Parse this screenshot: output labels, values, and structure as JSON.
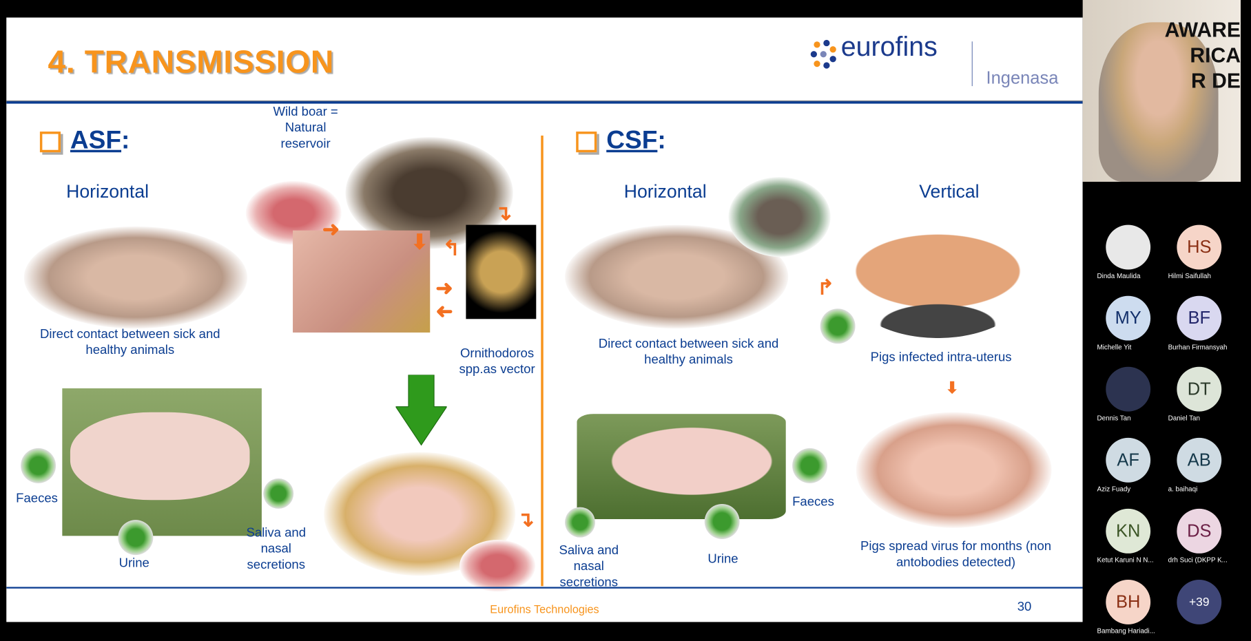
{
  "slide": {
    "title": "4. TRANSMISSION",
    "logo": {
      "brand": "eurofins",
      "sub": "Ingenasa"
    },
    "asf": {
      "label": "ASF",
      "colon": ":",
      "horizontal": "Horizontal",
      "direct_contact": "Direct contact between sick and healthy animals",
      "wild_boar": "Wild boar = Natural reservoir",
      "vector": "Ornithodoros spp.as vector",
      "faeces": "Faeces",
      "urine": "Urine",
      "saliva": "Saliva and nasal secretions"
    },
    "csf": {
      "label": "CSF",
      "colon": ":",
      "horizontal": "Horizontal",
      "vertical": "Vertical",
      "direct_contact": "Direct contact between sick and healthy animals",
      "intra_uterus": "Pigs infected intra-uterus",
      "spread": "Pigs spread virus for months (non antobodies detected)",
      "faeces": "Faeces",
      "urine": "Urine",
      "saliva": "Saliva and nasal secretions"
    },
    "footer": "Eurofins Technologies",
    "page_number": "30"
  },
  "webcam": {
    "background_text": [
      "AWARE",
      "RICA",
      "R DE"
    ]
  },
  "participants": [
    {
      "initials": "",
      "name": "Dinda Maulida",
      "bg": "#e8e8e8",
      "fg": "#333"
    },
    {
      "initials": "HS",
      "name": "Hilmi Saifullah",
      "bg": "#f6d5c8",
      "fg": "#8a2f14"
    },
    {
      "initials": "MY",
      "name": "Michelle Yit",
      "bg": "#cddcef",
      "fg": "#13306b"
    },
    {
      "initials": "BF",
      "name": "Burhan Firmansyah",
      "bg": "#d9d8f0",
      "fg": "#23266b"
    },
    {
      "initials": "",
      "name": "Dennis Tan",
      "bg": "#2c3350",
      "fg": "#fff"
    },
    {
      "initials": "DT",
      "name": "Daniel Tan",
      "bg": "#dde5d8",
      "fg": "#2b3a2a"
    },
    {
      "initials": "AF",
      "name": "Aziz Fuady",
      "bg": "#cfdbe3",
      "fg": "#15384a"
    },
    {
      "initials": "AB",
      "name": "a. baihaqi",
      "bg": "#cfdbe3",
      "fg": "#15384a"
    },
    {
      "initials": "KN",
      "name": "Ketut Karuni N N...",
      "bg": "#dfe8d6",
      "fg": "#3b5526"
    },
    {
      "initials": "DS",
      "name": "drh Suci (DKPP K...",
      "bg": "#ecd6e2",
      "fg": "#6b1f45"
    },
    {
      "initials": "BH",
      "name": "Bambang Hariadi...",
      "bg": "#f6d5c8",
      "fg": "#8a2f14"
    },
    {
      "initials": "+39",
      "name": "",
      "bg": "#3f4677",
      "fg": "#fff"
    }
  ],
  "colors": {
    "accent": "#f7941d",
    "primary": "#0b3d91",
    "virus": "#3c9a2e"
  }
}
